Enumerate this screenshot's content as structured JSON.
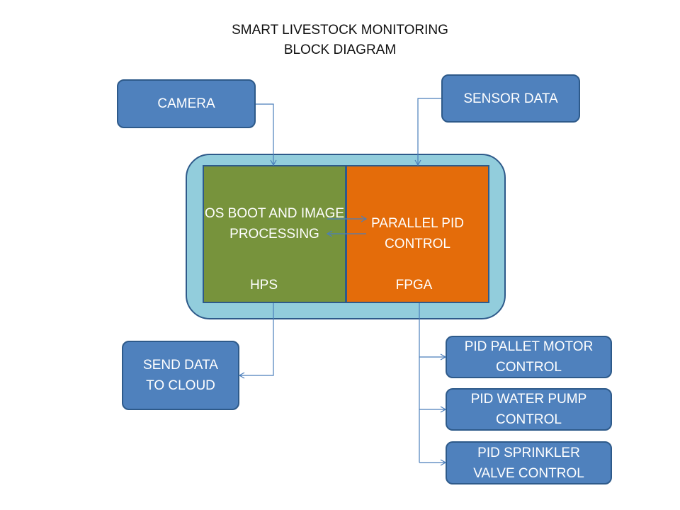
{
  "title": {
    "line1": "SMART LIVESTOCK MONITORING",
    "line2": "BLOCK DIAGRAM"
  },
  "blocks": {
    "camera": "CAMERA",
    "sensor_data": "SENSOR DATA",
    "hps": {
      "lines": [
        "OS BOOT AND",
        "IMAGE",
        "PROCESSING"
      ],
      "label": "HPS"
    },
    "fpga": {
      "lines": [
        "PARALLEL PID",
        "CONTROL"
      ],
      "label": "FPGA"
    },
    "send_cloud": {
      "lines": [
        "SEND DATA",
        "TO CLOUD"
      ]
    },
    "pallet_motor": {
      "lines": [
        "PID PALLET MOTOR",
        "CONTROL"
      ]
    },
    "water_pump": {
      "lines": [
        "PID WATER PUMP",
        "CONTROL"
      ]
    },
    "sprinkler": {
      "lines": [
        "PID SPRINKLER",
        "VALVE CONTROL"
      ]
    }
  },
  "colors": {
    "block": "#4f81bd",
    "hps": "#77933c",
    "fpga": "#e46c0a",
    "container": "#92cddc",
    "connector": "#4a7ebb"
  }
}
